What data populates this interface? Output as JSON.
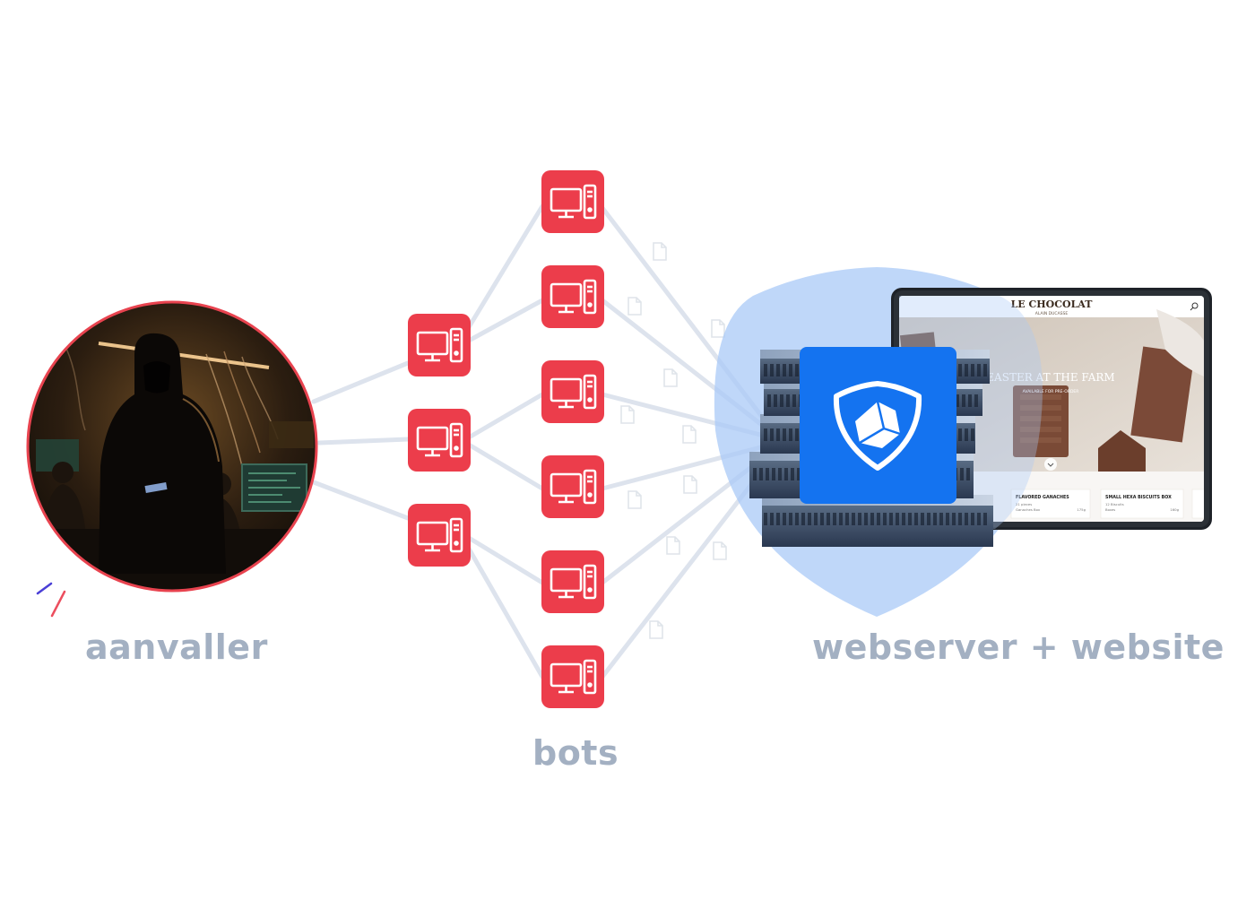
{
  "labels": {
    "attacker": "aanvaller",
    "bots": "bots",
    "server": "webserver + website"
  },
  "website": {
    "brand": "LE CHOCOLAT",
    "brand_sub": "ALAIN DUCASSE",
    "hero_title": "EASTER AT THE FARM",
    "hero_sub": "AVAILABLE FOR PRE-ORDER",
    "products": [
      {
        "name": "FLAVORED GANACHES",
        "line1": "21 pieces",
        "line2": "Ganaches Box",
        "price": "175g"
      },
      {
        "name": "SMALL HEXA BISCUITS BOX",
        "line1": "12 Biscuits",
        "line2": "Boxes",
        "price": "160g"
      }
    ]
  },
  "icons": {
    "bot": "computer-icon",
    "shield": "shield-logo-icon",
    "packet": "file-icon",
    "search": "search-icon"
  },
  "colors": {
    "bot": "#ec3d4b",
    "connection": "#dde3ed",
    "shield": "#a9c9f7",
    "logo_bg": "#1473f0",
    "label": "#a3b0c2",
    "ring": "#e8434f"
  }
}
